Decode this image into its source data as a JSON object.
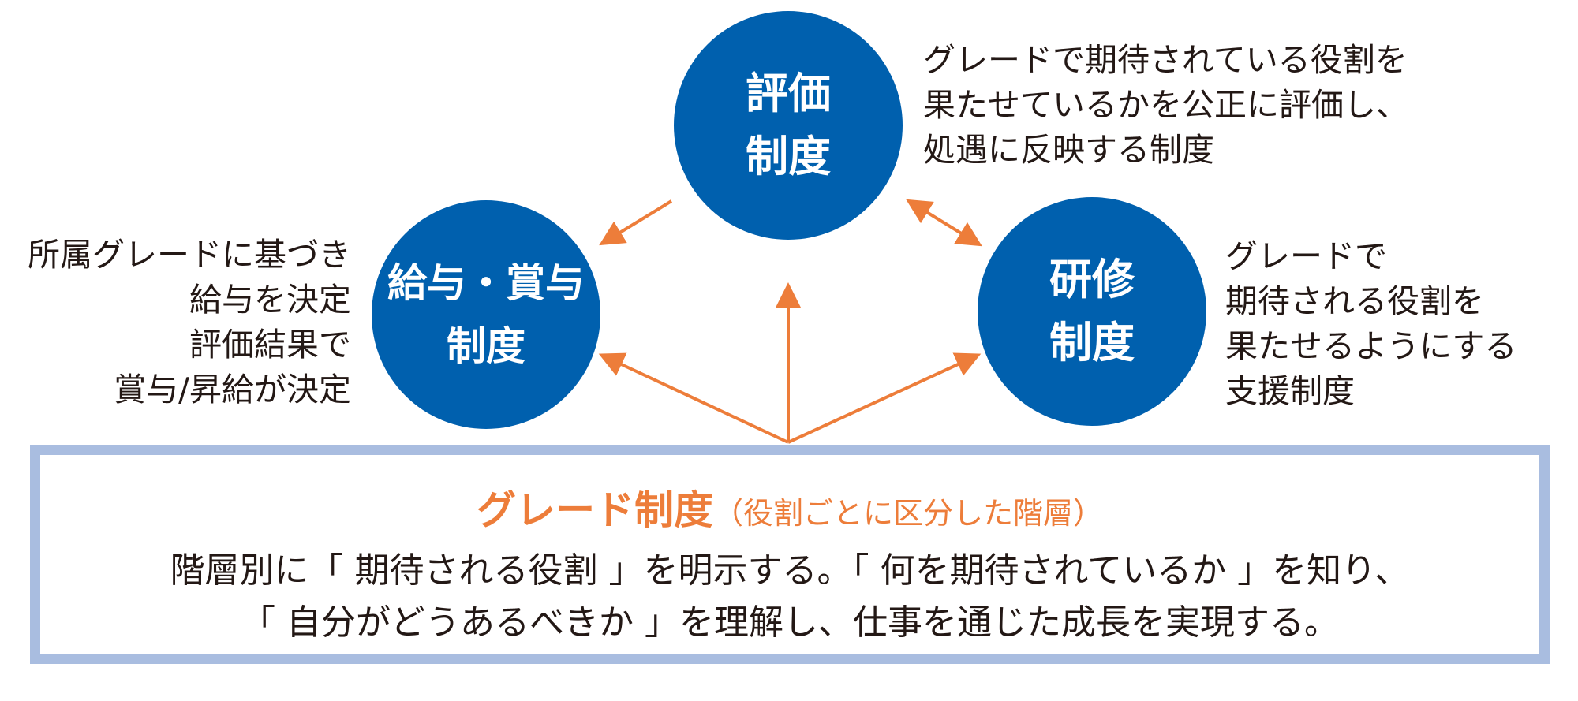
{
  "circles": {
    "hyoka": [
      "評価",
      "制度"
    ],
    "kyuyo": [
      "給与・賞与",
      "制度"
    ],
    "kenshu": [
      "研修",
      "制度"
    ]
  },
  "descriptions": {
    "hyoka": [
      "グレードで期待されている役割を",
      "果たせているかを公正に評価し、",
      "処遇に反映する制度"
    ],
    "kyuyo": [
      "所属グレードに基づき",
      "給与を決定",
      "評価結果で",
      "賞与/昇給が決定"
    ],
    "kenshu": [
      "グレードで",
      "期待される役割を",
      "果たせるようにする",
      "支援制度"
    ]
  },
  "grade": {
    "title": "グレード制度",
    "subtitle": "（役割ごとに区分した階層）",
    "lines": [
      "階層別に「 期待される役割 」を明示する。「 何を期待されているか 」を知り、",
      "「 自分がどうあるべきか 」を理解し、仕事を通じた成長を実現する。"
    ]
  },
  "colors": {
    "circle": "#0060ae",
    "arrow": "#ed7d3a",
    "box_border": "#a9bde0"
  }
}
